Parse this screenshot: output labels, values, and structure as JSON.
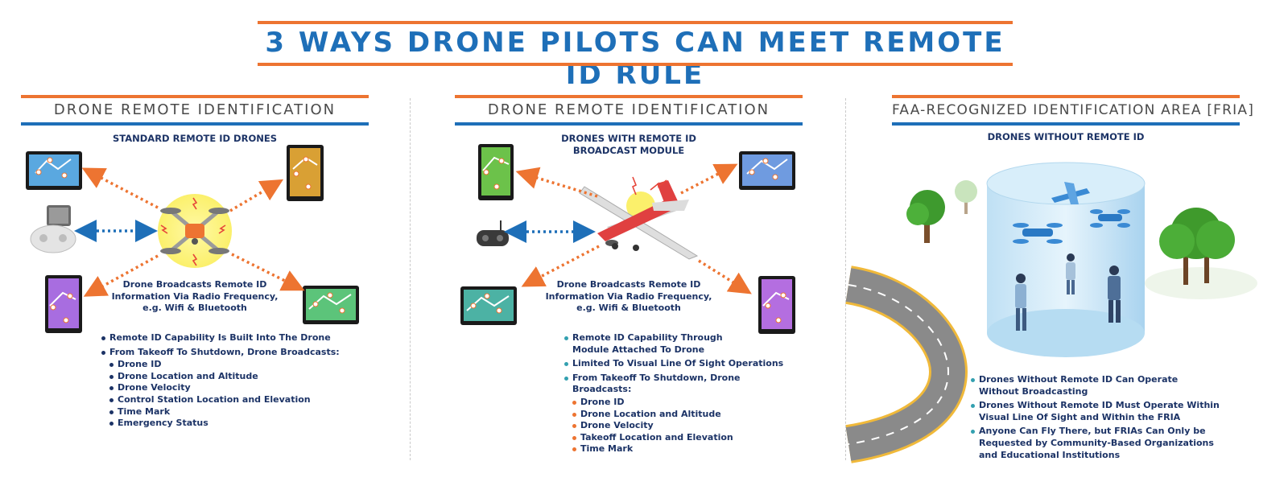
{
  "main_title": "3 WAYS DRONE PILOTS CAN MEET REMOTE ID RULE",
  "columns": [
    {
      "heading": "DRONE REMOTE IDENTIFICATION",
      "subheading": "STANDARD REMOTE ID DRONES",
      "caption": [
        "Drone Broadcasts Remote ID",
        "Information Via Radio Frequency,",
        "e.g. Wifi & Bluetooth"
      ],
      "bullets": [
        "Remote ID Capability Is Built Into The Drone",
        "From Takeoff To Shutdown, Drone Broadcasts:"
      ],
      "sub_bullets": [
        "Drone ID",
        "Drone Location and Altitude",
        "Drone Velocity",
        "Control Station Location and Elevation",
        "Time Mark",
        "Emergency Status"
      ]
    },
    {
      "heading": "DRONE REMOTE IDENTIFICATION",
      "subheading": [
        "DRONES WITH REMOTE ID",
        "BROADCAST MODULE"
      ],
      "caption": [
        "Drone Broadcasts Remote ID",
        "Information Via Radio Frequency,",
        "e.g. Wifi & Bluetooth"
      ],
      "bullets": [
        [
          "Remote ID Capability Through",
          "Module Attached To Drone"
        ],
        [
          "Limited To Visual Line Of Sight Operations"
        ],
        [
          "From Takeoff To Shutdown, Drone Broadcasts:"
        ]
      ],
      "sub_bullets": [
        "Drone ID",
        "Drone Location and Altitude",
        "Drone Velocity",
        "Takeoff Location and Elevation",
        "Time Mark"
      ]
    },
    {
      "heading": "FAA-RECOGNIZED IDENTIFICATION AREA [FRIA]",
      "subheading": "DRONES WITHOUT REMOTE ID",
      "bullets": [
        [
          "Drones Without Remote ID Can Operate",
          "Without Broadcasting"
        ],
        [
          "Drones Without Remote ID Must Operate Within",
          "Visual Line Of Sight and Within the FRIA"
        ],
        [
          "Anyone Can Fly There, but FRIAs Can Only be",
          "Requested by Community-Based Organizations",
          "and Educational Institutions"
        ]
      ]
    }
  ],
  "colors": {
    "orange": "#ed7431",
    "blue": "#1e6fb8",
    "navy": "#1c3366",
    "heading_gray": "#4a4a4a"
  },
  "icons": [
    "tablet-icon",
    "drone-icon",
    "remote-controller-icon",
    "airplane-icon",
    "tree-icon",
    "road-icon",
    "person-icon",
    "cylinder-zone-icon"
  ]
}
